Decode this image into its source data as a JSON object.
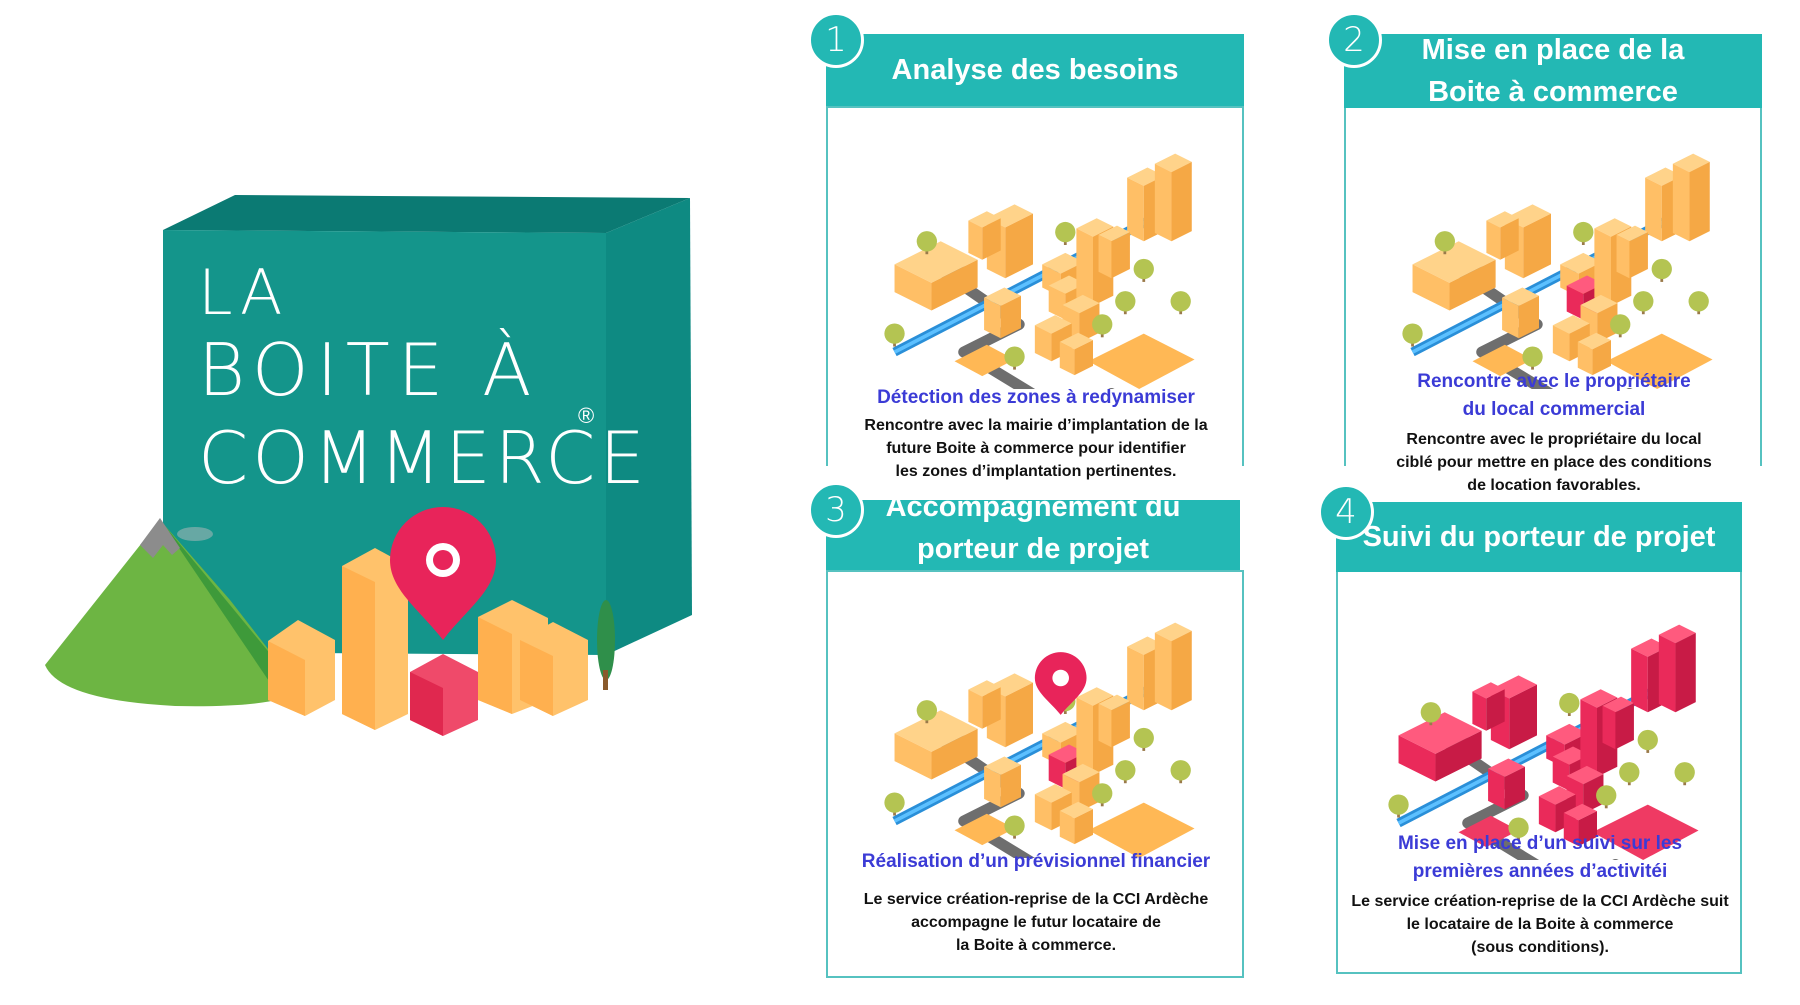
{
  "logo": {
    "line1": "LA",
    "line2": "BOITE À",
    "line3": "COMMERCE",
    "registered": "®"
  },
  "colors": {
    "teal": "#23b8b4",
    "box_front": "#14958b",
    "building": "#ffbf66",
    "highlight": "#ea2a5a",
    "subtitle": "#3b3bd6"
  },
  "steps": [
    {
      "number": "1",
      "title_lines": [
        "Analyse des besoins"
      ],
      "subtitle_lines": [
        "Détection des zones à redynamiser"
      ],
      "description_lines": [
        "Rencontre avec la mairie d’implantation de la",
        "future Boite à commerce pour identifier",
        "les zones d’implantation pertinentes."
      ]
    },
    {
      "number": "2",
      "title_lines": [
        "Mise en place de la",
        "Boite à commerce"
      ],
      "subtitle_lines": [
        "Rencontre avec le propriétaire",
        "du local commercial"
      ],
      "description_lines": [
        "Rencontre avec le propriétaire du local",
        "ciblé pour mettre en place des conditions",
        "de location favorables."
      ]
    },
    {
      "number": "3",
      "title_lines": [
        "Accompagnement du",
        "porteur de projet"
      ],
      "subtitle_lines": [
        "Réalisation d’un prévisionnel financier"
      ],
      "description_lines": [
        "Le service création-reprise de la CCI Ardèche",
        "accompagne le futur locataire de",
        "la Boite à commerce."
      ]
    },
    {
      "number": "4",
      "title_lines": [
        "Suivi du porteur de projet"
      ],
      "subtitle_lines": [
        "Mise en place d’un suivi sur les",
        "premières années d’activitéi"
      ],
      "description_lines": [
        "Le service création-reprise de la CCI Ardèche suit",
        "le locataire de la Boite à commerce",
        "(sous conditions)."
      ]
    }
  ]
}
